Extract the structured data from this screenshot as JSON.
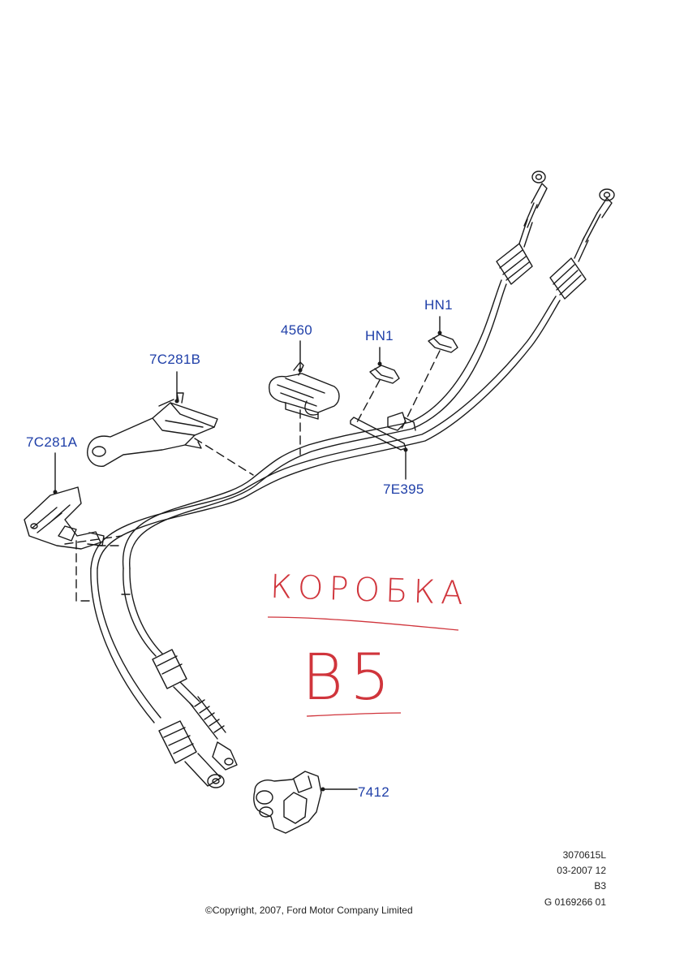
{
  "callouts": {
    "c7c281b": "7C281B",
    "c4560": "4560",
    "hn1_left": "HN1",
    "hn1_right": "HN1",
    "c7c281a": "7C281A",
    "c7e395": "7E395",
    "c7412": "7412"
  },
  "annotations": {
    "line1": "КОРОБКА",
    "line2": "B5"
  },
  "meta": {
    "ref": "3070615L",
    "date": "03-2007 12",
    "code": "B3",
    "part": "G 0169266 01"
  },
  "copyright": "©Copyright, 2007, Ford Motor Company Limited",
  "colors": {
    "callout": "#1f3fa8",
    "handwriting": "#d0353c",
    "line": "#1a1a1a"
  }
}
